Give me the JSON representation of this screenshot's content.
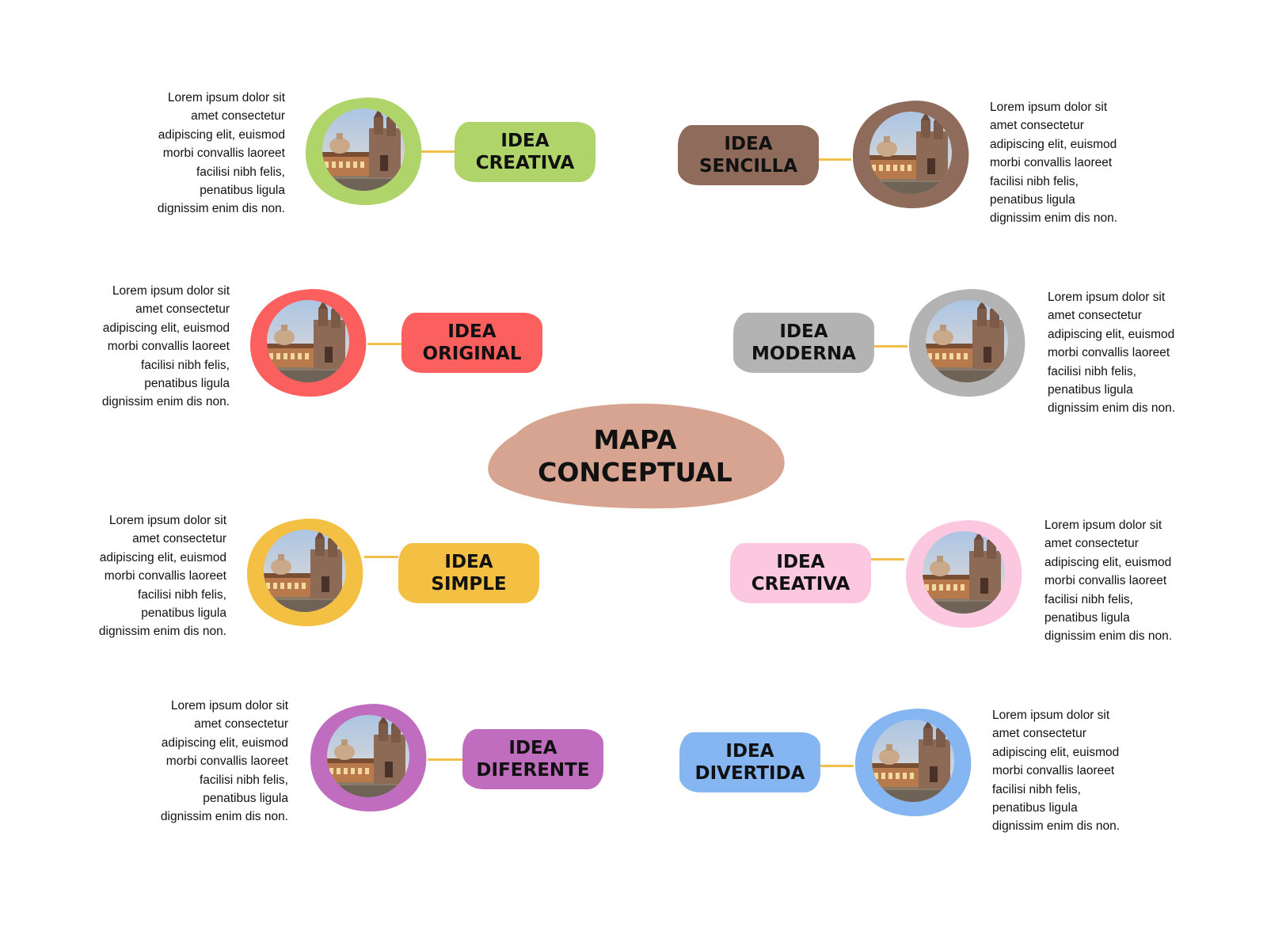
{
  "center": {
    "line1": "MAPA",
    "line2": "CONCEPTUAL",
    "color": "#d6a490"
  },
  "description_text": "Lorem ipsum dolor sit amet consectetur adipiscing elit, euismod morbi convallis laoreet facilisi nibh felis, penatibus ligula dignissim enim dis non.",
  "nodes": [
    {
      "id": "idea-creativa-green",
      "side": "left",
      "line1": "IDEA",
      "line2": "CREATIVA",
      "color": "#aed46a",
      "photo_icon": "cathedral-photo-icon",
      "desc": [
        "Lorem ipsum dolor sit",
        "amet consectetur",
        "adipiscing elit, euismod",
        "morbi convallis laoreet",
        "facilisi nibh felis,",
        "penatibus ligula",
        "dignissim enim dis non."
      ]
    },
    {
      "id": "idea-sencilla",
      "side": "right",
      "line1": "IDEA",
      "line2": "SENCILLA",
      "color": "#8e6b5b",
      "photo_icon": "cathedral-photo-icon",
      "desc": [
        "Lorem ipsum dolor sit",
        "amet consectetur",
        "adipiscing elit, euismod",
        "morbi convallis laoreet",
        "facilisi nibh felis,",
        "penatibus ligula",
        "dignissim enim dis non."
      ]
    },
    {
      "id": "idea-original",
      "side": "left",
      "line1": "IDEA",
      "line2": "ORIGINAL",
      "color": "#fb605f",
      "photo_icon": "cathedral-photo-icon",
      "desc": [
        "Lorem ipsum dolor sit",
        "amet consectetur",
        "adipiscing elit, euismod",
        "morbi convallis laoreet",
        "facilisi nibh felis,",
        "penatibus ligula",
        "dignissim enim dis non."
      ]
    },
    {
      "id": "idea-moderna",
      "side": "right",
      "line1": "IDEA",
      "line2": "MODERNA",
      "color": "#b3b3b3",
      "photo_icon": "cathedral-photo-icon",
      "desc": [
        "Lorem ipsum dolor sit",
        "amet consectetur",
        "adipiscing elit, euismod",
        "morbi convallis laoreet",
        "facilisi nibh felis,",
        "penatibus ligula",
        "dignissim enim dis non."
      ]
    },
    {
      "id": "idea-simple",
      "side": "left",
      "line1": "IDEA",
      "line2": "SIMPLE",
      "color": "#f3c043",
      "photo_icon": "cathedral-photo-icon",
      "desc": [
        "Lorem ipsum dolor sit",
        "amet consectetur",
        "adipiscing elit, euismod",
        "morbi convallis laoreet",
        "facilisi nibh felis,",
        "penatibus ligula",
        "dignissim enim dis non."
      ]
    },
    {
      "id": "idea-creativa-pink",
      "side": "right",
      "line1": "IDEA",
      "line2": "CREATIVA",
      "color": "#fbc8e0",
      "photo_icon": "cathedral-photo-icon",
      "desc": [
        "Lorem ipsum dolor sit",
        "amet consectetur",
        "adipiscing elit, euismod",
        "morbi convallis laoreet",
        "facilisi nibh felis,",
        "penatibus ligula",
        "dignissim enim dis non."
      ]
    },
    {
      "id": "idea-diferente",
      "side": "left",
      "line1": "IDEA",
      "line2": "DIFERENTE",
      "color": "#c06dbf",
      "photo_icon": "cathedral-photo-icon",
      "desc": [
        "Lorem ipsum dolor sit",
        "amet consectetur",
        "adipiscing elit, euismod",
        "morbi convallis laoreet",
        "facilisi nibh felis,",
        "penatibus ligula",
        "dignissim enim dis non."
      ]
    },
    {
      "id": "idea-divertida",
      "side": "right",
      "line1": "IDEA",
      "line2": "DIVERTIDA",
      "color": "#85b6f1",
      "photo_icon": "cathedral-photo-icon",
      "desc": [
        "Lorem ipsum dolor sit",
        "amet consectetur",
        "adipiscing elit, euismod",
        "morbi convallis laoreet",
        "facilisi nibh felis,",
        "penatibus ligula",
        "dignissim enim dis non."
      ]
    }
  ],
  "connector_color": "#f2c04a"
}
